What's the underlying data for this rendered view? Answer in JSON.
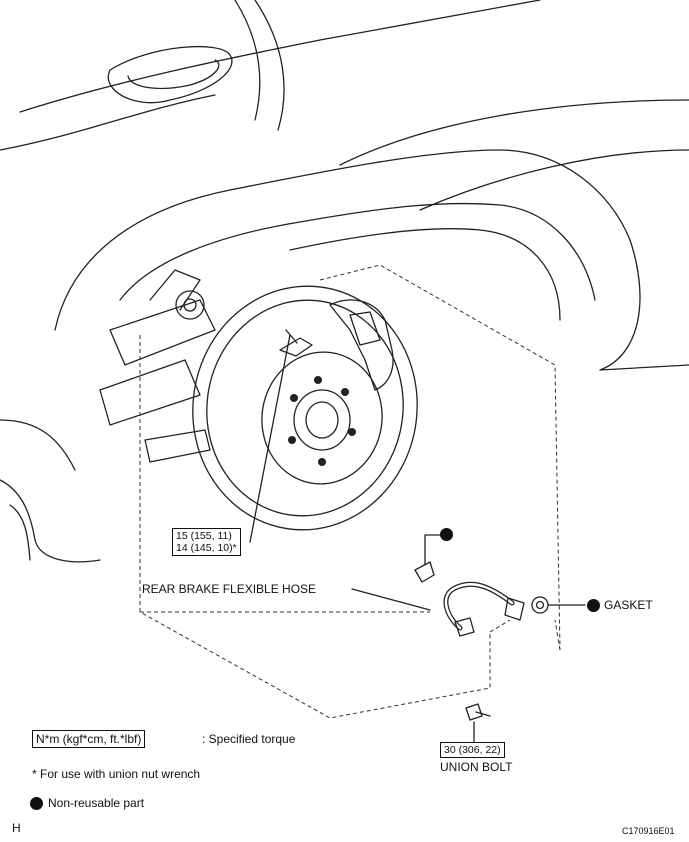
{
  "labels": {
    "rear_brake_flexible_hose": "REAR BRAKE FLEXIBLE HOSE",
    "gasket": "GASKET",
    "union_bolt": "UNION BOLT"
  },
  "torques": {
    "bleeder": [
      "15 (155, 11)",
      "14 (145, 10)*"
    ],
    "union_bolt": "30 (306, 22)"
  },
  "legend": {
    "torque_unit": "N*m (kgf*cm, ft.*lbf)",
    "torque_desc": ": Specified torque",
    "asterisk_note": "* For use with union nut wrench",
    "non_reusable": "Non-reusable part"
  },
  "corner": {
    "left": "H",
    "code": "C170916E01"
  }
}
